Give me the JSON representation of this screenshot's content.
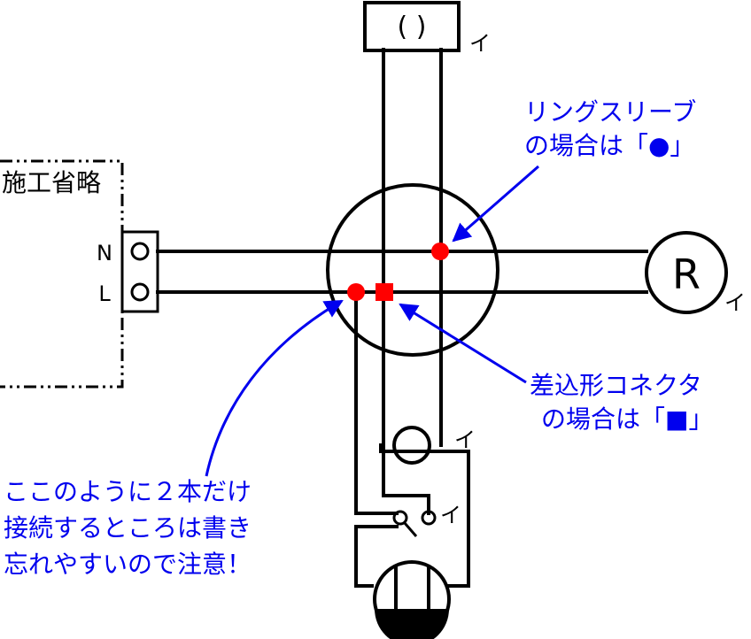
{
  "labels": {
    "omitted": "施工省略",
    "terminal_n": "N",
    "terminal_l": "L",
    "box_symbol": "( )",
    "outlet_r": "R"
  },
  "wire_mark": "イ",
  "notes": {
    "ring_sleeve_line1": "リングスリーブ",
    "ring_sleeve_line2": "の場合は「●」",
    "push_in_line1": "差込形コネクタ",
    "push_in_line2": "の場合は「■」",
    "warning_line1": "ここのように２本だけ",
    "warning_line2": "接続するところは書き",
    "warning_line3": "忘れやすいので注意！"
  },
  "colors": {
    "wire": "#000000",
    "connection_mark": "#ff0000",
    "annotation": "#0000ee"
  }
}
